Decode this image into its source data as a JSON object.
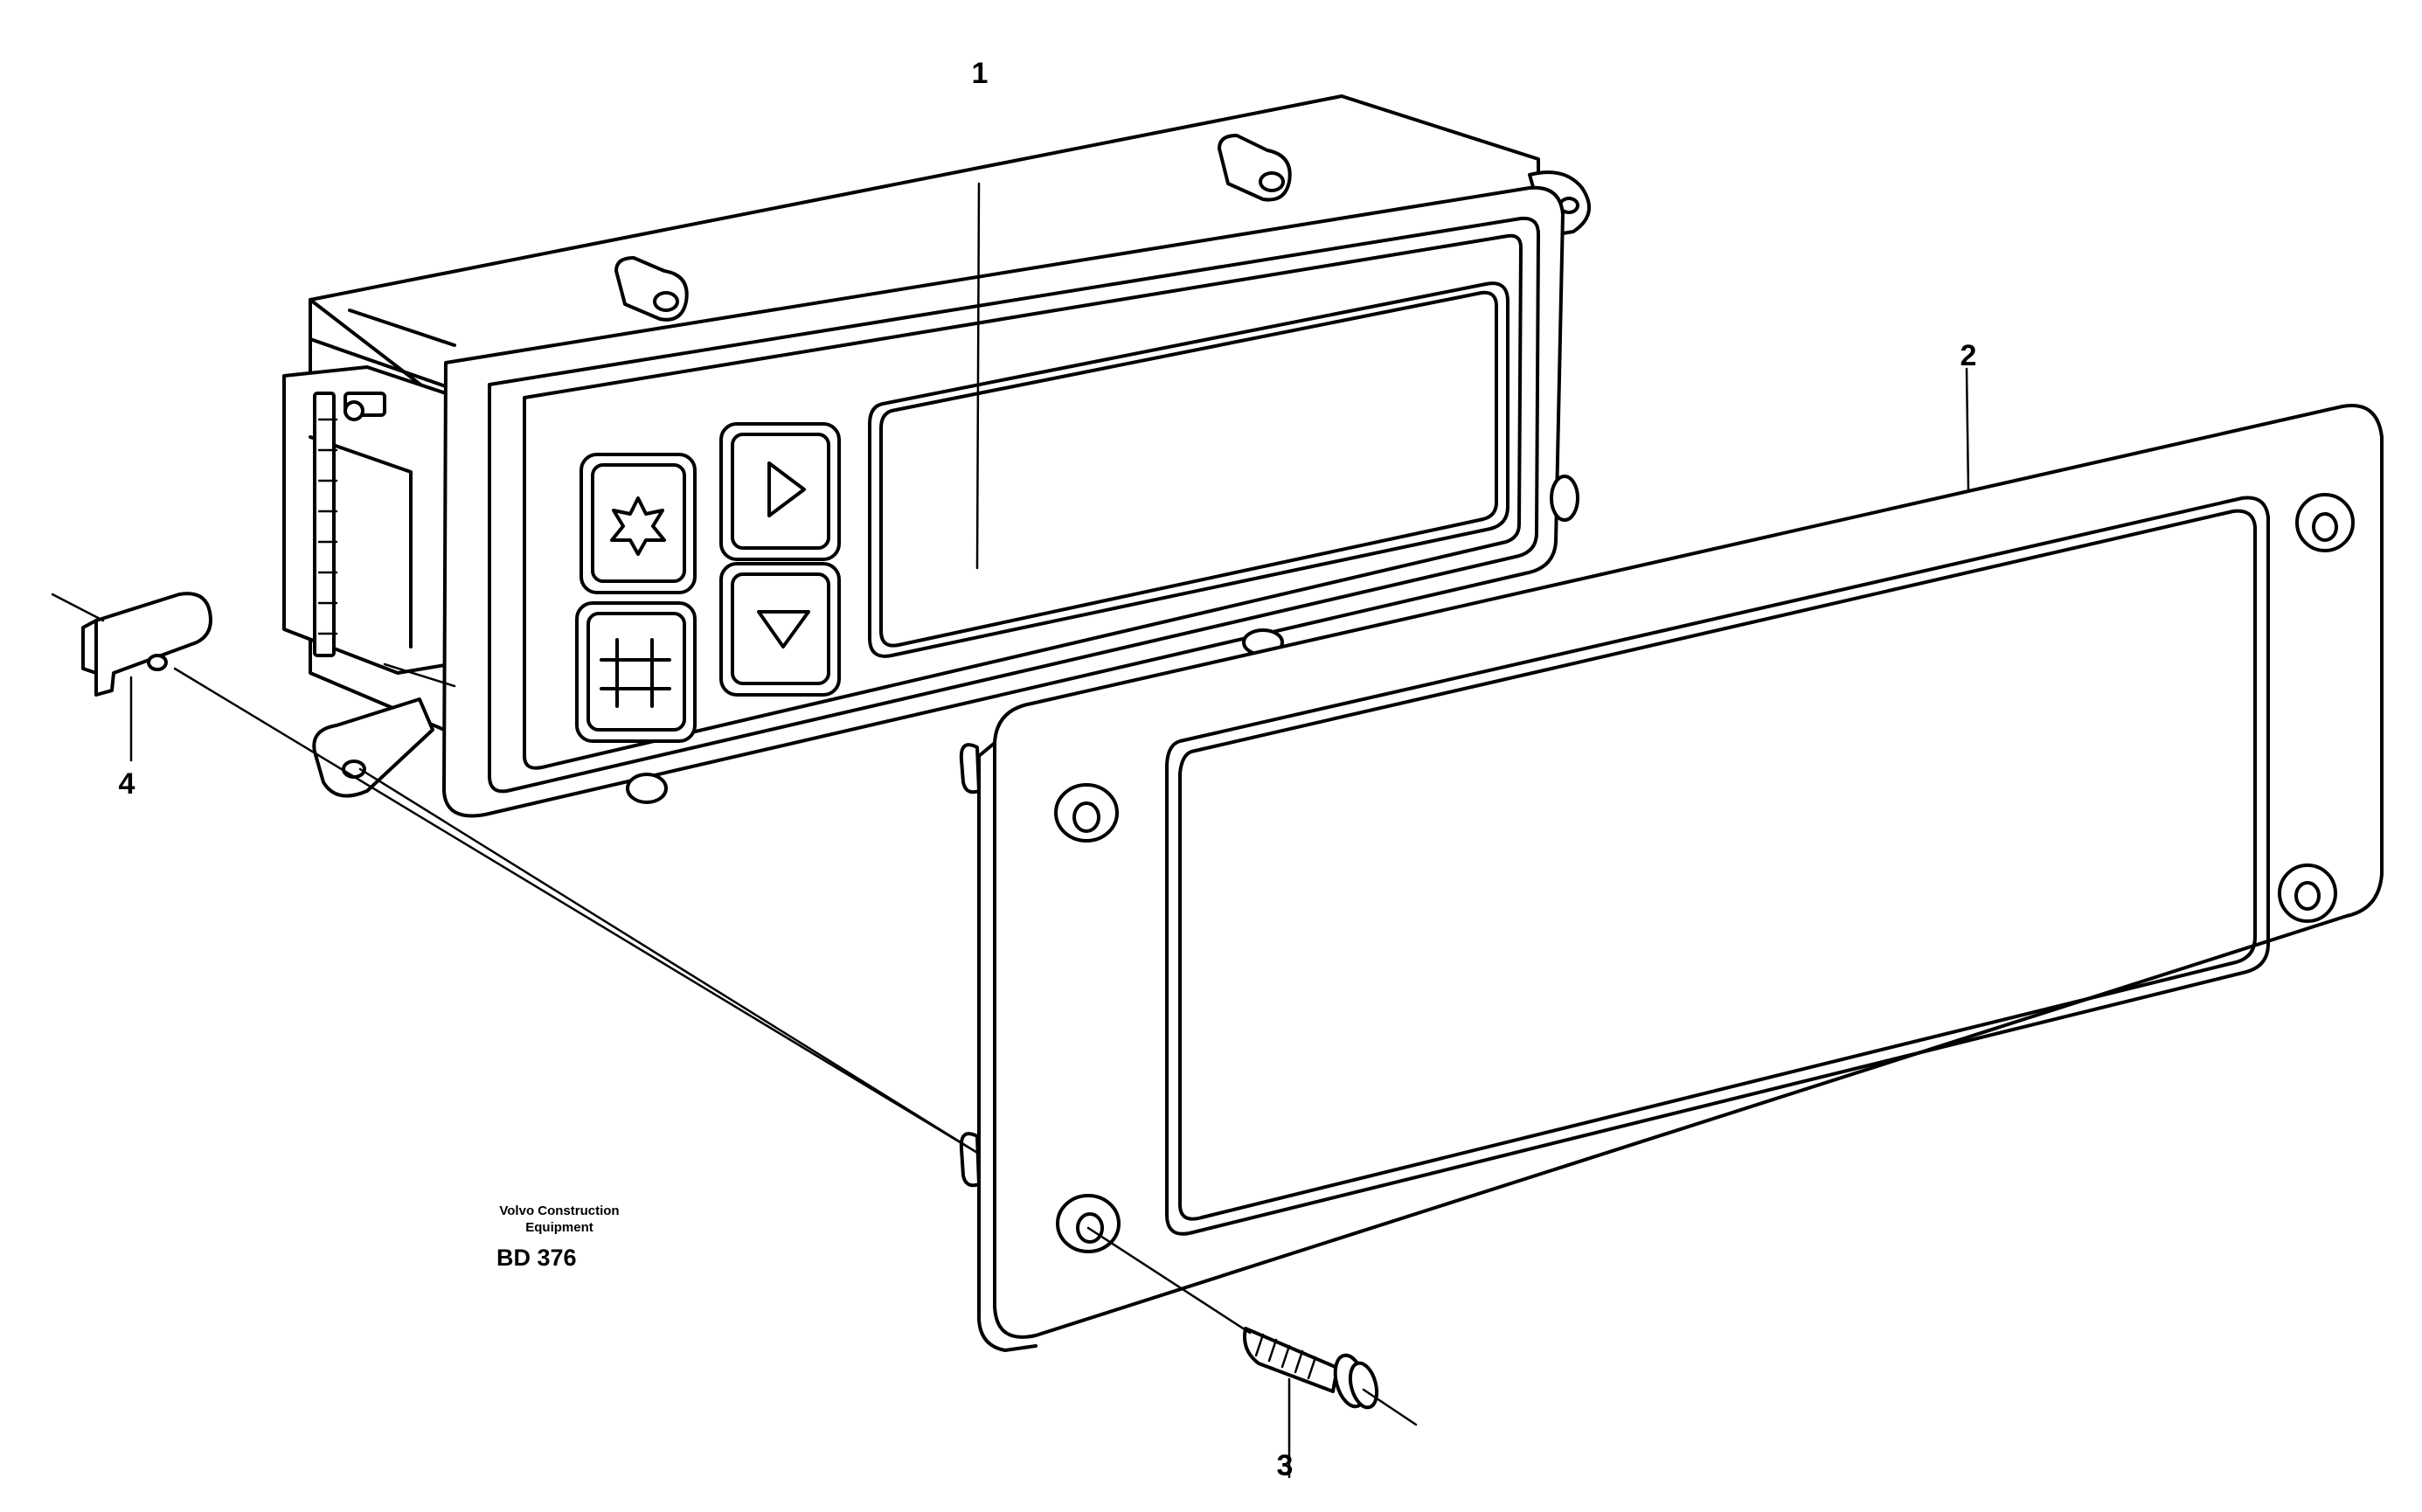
{
  "callouts": {
    "part_1": "1",
    "part_2": "2",
    "part_3": "3",
    "part_4": "4"
  },
  "caption": {
    "company_line1": "Volvo Construction",
    "company_line2": "Equipment",
    "code": "BD 376"
  },
  "icons": {
    "button_top_left": "fan-icon",
    "button_top_right": "arrow-right-icon",
    "button_bottom_left": "defrost-icon",
    "button_bottom_right": "arrow-down-icon"
  }
}
